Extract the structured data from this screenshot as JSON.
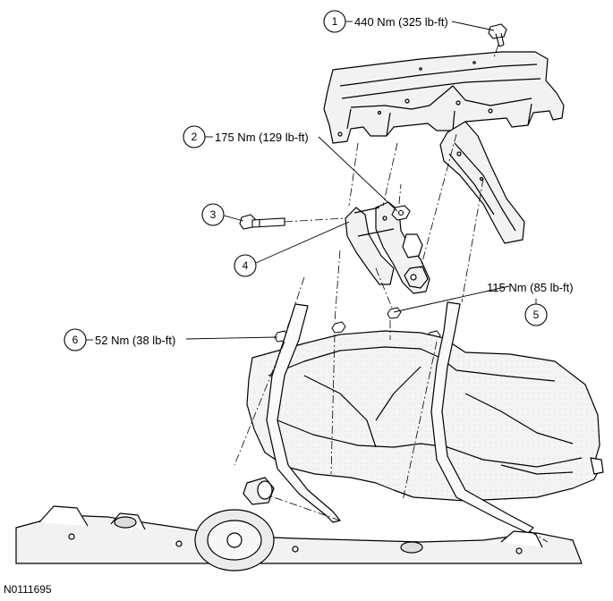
{
  "figure_id": "N0111695",
  "callouts": [
    {
      "number": "1",
      "torque": "440 Nm (325 lb-ft)"
    },
    {
      "number": "2",
      "torque": "175 Nm (129 lb-ft)"
    },
    {
      "number": "3",
      "torque": ""
    },
    {
      "number": "4",
      "torque": ""
    },
    {
      "number": "5",
      "torque": "115 Nm (85 lb-ft)"
    },
    {
      "number": "6",
      "torque": "52 Nm (38 lb-ft)"
    }
  ],
  "colors": {
    "line": "#000000",
    "part_fill": "#f2f2f2",
    "tank_fill": "#e9e9e9",
    "background": "#ffffff"
  }
}
